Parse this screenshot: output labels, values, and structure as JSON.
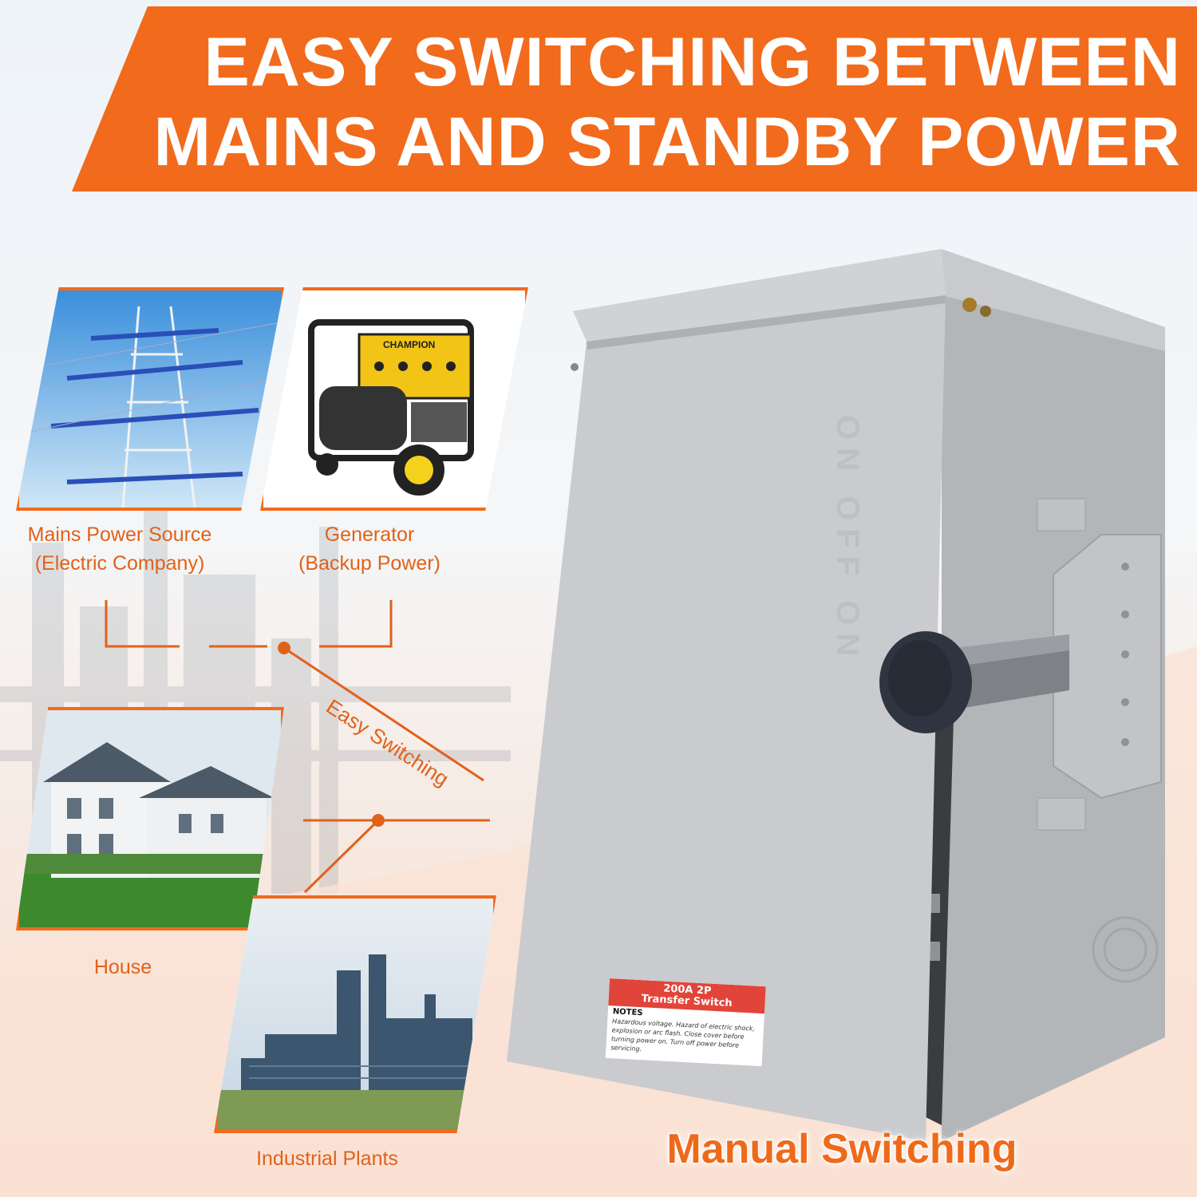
{
  "banner": {
    "line1": "EASY SWITCHING BETWEEN",
    "line2": "MAINS AND STANDBY POWER"
  },
  "sources": [
    {
      "line1": "Mains Power Source",
      "line2": "(Electric Company)"
    },
    {
      "line1": "Generator",
      "line2": "(Backup Power)"
    }
  ],
  "targets": [
    {
      "label": "House"
    },
    {
      "label": "Industrial Plants"
    }
  ],
  "flow_label": "Easy Switching",
  "product_caption": "Manual Switching",
  "generator_brand": "CHAMPION",
  "switch_label": {
    "line1": "200A 2P",
    "line2": "Transfer Switch",
    "notes_title": "NOTES",
    "notes_text": "Hazardous voltage. Hazard of electric shock, explosion or arc flash. Close cover before turning power on. Turn off power before servicing."
  },
  "embossed_text": "ON OFF ON",
  "colors": {
    "accent": "#f26a1b",
    "caption": "#e0621a",
    "enclosure": "#c9cbce",
    "label_red": "#e1453a"
  }
}
